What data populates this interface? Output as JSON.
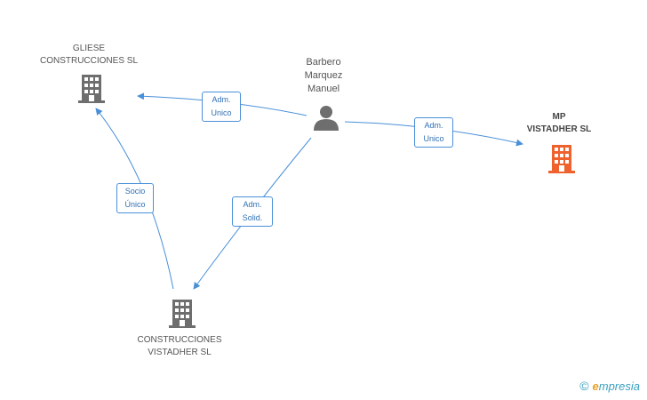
{
  "nodes": {
    "gliese": {
      "line1": "GLIESE",
      "line2": "CONSTRUCCIONES SL"
    },
    "person": {
      "line1": "Barbero",
      "line2": "Marquez",
      "line3": "Manuel"
    },
    "mp": {
      "line1": "MP",
      "line2": "VISTADHER SL"
    },
    "construcciones": {
      "line1": "CONSTRUCCIONES",
      "line2": "VISTADHER SL"
    }
  },
  "edges": {
    "person_gliese": {
      "line1": "Adm.",
      "line2": "Unico"
    },
    "person_mp": {
      "line1": "Adm.",
      "line2": "Unico"
    },
    "person_construcciones": {
      "line1": "Adm.",
      "line2": "Solid."
    },
    "construcciones_gliese": {
      "line1": "Socio",
      "line2": "Único"
    }
  },
  "colors": {
    "edge": "#4a90d9",
    "building": "#6e6e6e",
    "focus_building": "#f0622d",
    "person": "#6e6e6e"
  },
  "watermark": {
    "copyright": "©",
    "brand_e": "e",
    "brand_rest": "mpresia"
  }
}
